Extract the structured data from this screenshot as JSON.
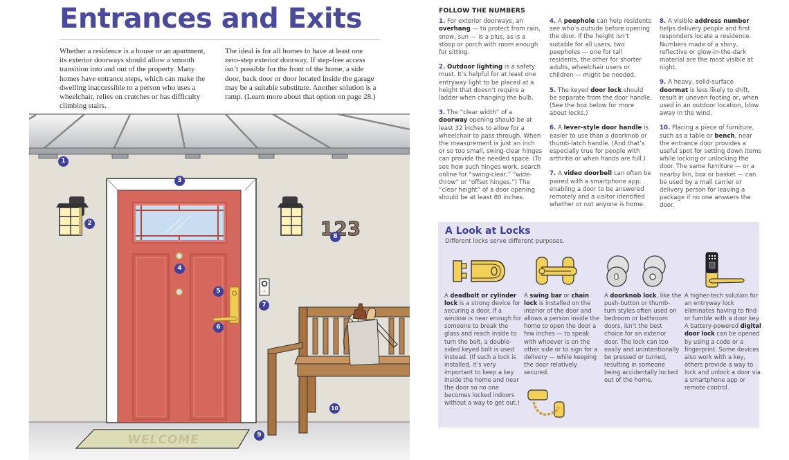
{
  "page": {
    "title": "Entrances and Exits",
    "intro": [
      "Whether a residence is a house or an apartment, its exterior doorways should allow a smooth transition into and out of the property. Many homes have entrance steps, which can make the dwelling inaccessible to a person who uses a wheelchair, relies on crutches or has difficulty climbing stairs.",
      "The ideal is for all homes to have at least one zero-step exterior doorway. If step-free access isn’t possible for the front of the home, a side door, back door or door located inside the garage may be a suitable substitute. Another solution is a ramp. (Learn more about that option on page 28.)"
    ]
  },
  "illustration": {
    "house_number": "123",
    "doormat_text": "WELCOME",
    "callouts": [
      "1",
      "2",
      "3",
      "4",
      "5",
      "6",
      "7",
      "8",
      "9",
      "10"
    ],
    "colors": {
      "wall": "#e3e0d7",
      "door": "#d6675c",
      "trim": "#ffffff",
      "bench": "#b5834f",
      "badge": "#3f3f9c",
      "brass": "#f0cc55"
    }
  },
  "follow_the_numbers": {
    "heading": "FOLLOW THE NUMBERS",
    "items": [
      {
        "num": "1.",
        "pre": "For exterior doorways, an ",
        "bold": "overhang",
        "post": " — to protect from rain, snow, sun — is a plus, as is a stoop or porch with room enough for sitting."
      },
      {
        "num": "2.",
        "pre": "",
        "bold": "Outdoor lighting",
        "post": " is a safety must. It’s helpful for at least one entryway light to be placed at a height that doesn’t require a ladder when changing the bulb."
      },
      {
        "num": "3.",
        "pre": "The “clear width” of a ",
        "bold": "doorway",
        "post": " opening should be at least 32 inches to allow for a wheelchair to pass through. When the measurement is just an inch or so too small, swing-clear hinges can provide the needed space. (To see how such hinges work, search online for “swing-clear,” “wide-throw” or “offset hinges.”) The “clear height” of a door opening should be at least 80 inches."
      },
      {
        "num": "4.",
        "pre": "A ",
        "bold": "peephole",
        "post": " can help residents see who’s outside before opening the door. If the height isn’t suitable for all users, two peepholes — one for tall residents, the other for shorter adults, wheelchair users or children — might be needed."
      },
      {
        "num": "5.",
        "pre": "The keyed ",
        "bold": "door lock",
        "post": " should be separate from the door handle. (See the box below for more about locks.)"
      },
      {
        "num": "6.",
        "pre": "A ",
        "bold": "lever-style door handle",
        "post": " is easier to use than a doorknob or thumb-latch handle. (And that’s especially true for people with arthritis or when hands are full.)"
      },
      {
        "num": "7.",
        "pre": "A ",
        "bold": "video doorbell",
        "post": " can often be paired with a smartphone app, enabling a door to be answered remotely and a visitor identified whether or not anyone is home."
      },
      {
        "num": "8.",
        "pre": "A visible ",
        "bold": "address number",
        "post": " helps delivery people and first responders locate a residence. Numbers made of a shiny, reflective or glow-in-the-dark material are the most visible at night."
      },
      {
        "num": "9.",
        "pre": "A heavy, solid-surface ",
        "bold": "doormat",
        "post": " is less likely to shift, result in uneven footing or, when used in an outdoor location, blow away in the wind."
      },
      {
        "num": "10.",
        "pre": "Placing a piece of furniture, such as a table or ",
        "bold": "bench",
        "post": ", near the entrance door provides a useful spot for setting down items while locking or unlocking the door. The same furniture — or a nearby bin, box or basket — can be used by a mail carrier or delivery person for leaving a package if no one answers the door."
      }
    ]
  },
  "locks": {
    "title": "A Look at Locks",
    "subtitle": "Different locks serve different purposes.",
    "types": [
      {
        "icon": "deadbolt-lock",
        "pre": "A ",
        "bold": "deadbolt or cylinder lock",
        "post": " is a strong device for securing a door. If a window is near enough for someone to break the glass and reach inside to turn the bolt, a double-sided keyed bolt is used instead. (If such a lock is installed, it’s very important to keep a key inside the home and near the door so no one becomes locked indoors without a way to get out.)"
      },
      {
        "icon": "swing-bar-lock",
        "pre": "A ",
        "bold": "swing bar",
        "mid": " or ",
        "bold2": "chain lock",
        "post": " is installed on the interior of the door and allows a person inside the home to open the door a few inches — to speak with whoever is on the other side or to sign for a delivery — while keeping the door relatively secured."
      },
      {
        "icon": "doorknob-lock",
        "pre": "A ",
        "bold": "doorknob lock",
        "post": ", like the push-button or thumb-turn styles often used on bedroom or bathroom doors, isn’t the best choice for an exterior door. The lock can too easily and unintentionally be pressed or turned, resulting in someone being accidentally locked out of the home."
      },
      {
        "icon": "digital-door-lock",
        "pre": "A higher-tech solution for an entryway lock eliminates having to find or fumble with a door key. A battery-powered ",
        "bold": "digital door lock",
        "post": " can be opened by using a code or a fingerprint. Some devices also work with a key, others provide a way to lock and unlock a door via a smartphone app or remote control."
      }
    ]
  }
}
